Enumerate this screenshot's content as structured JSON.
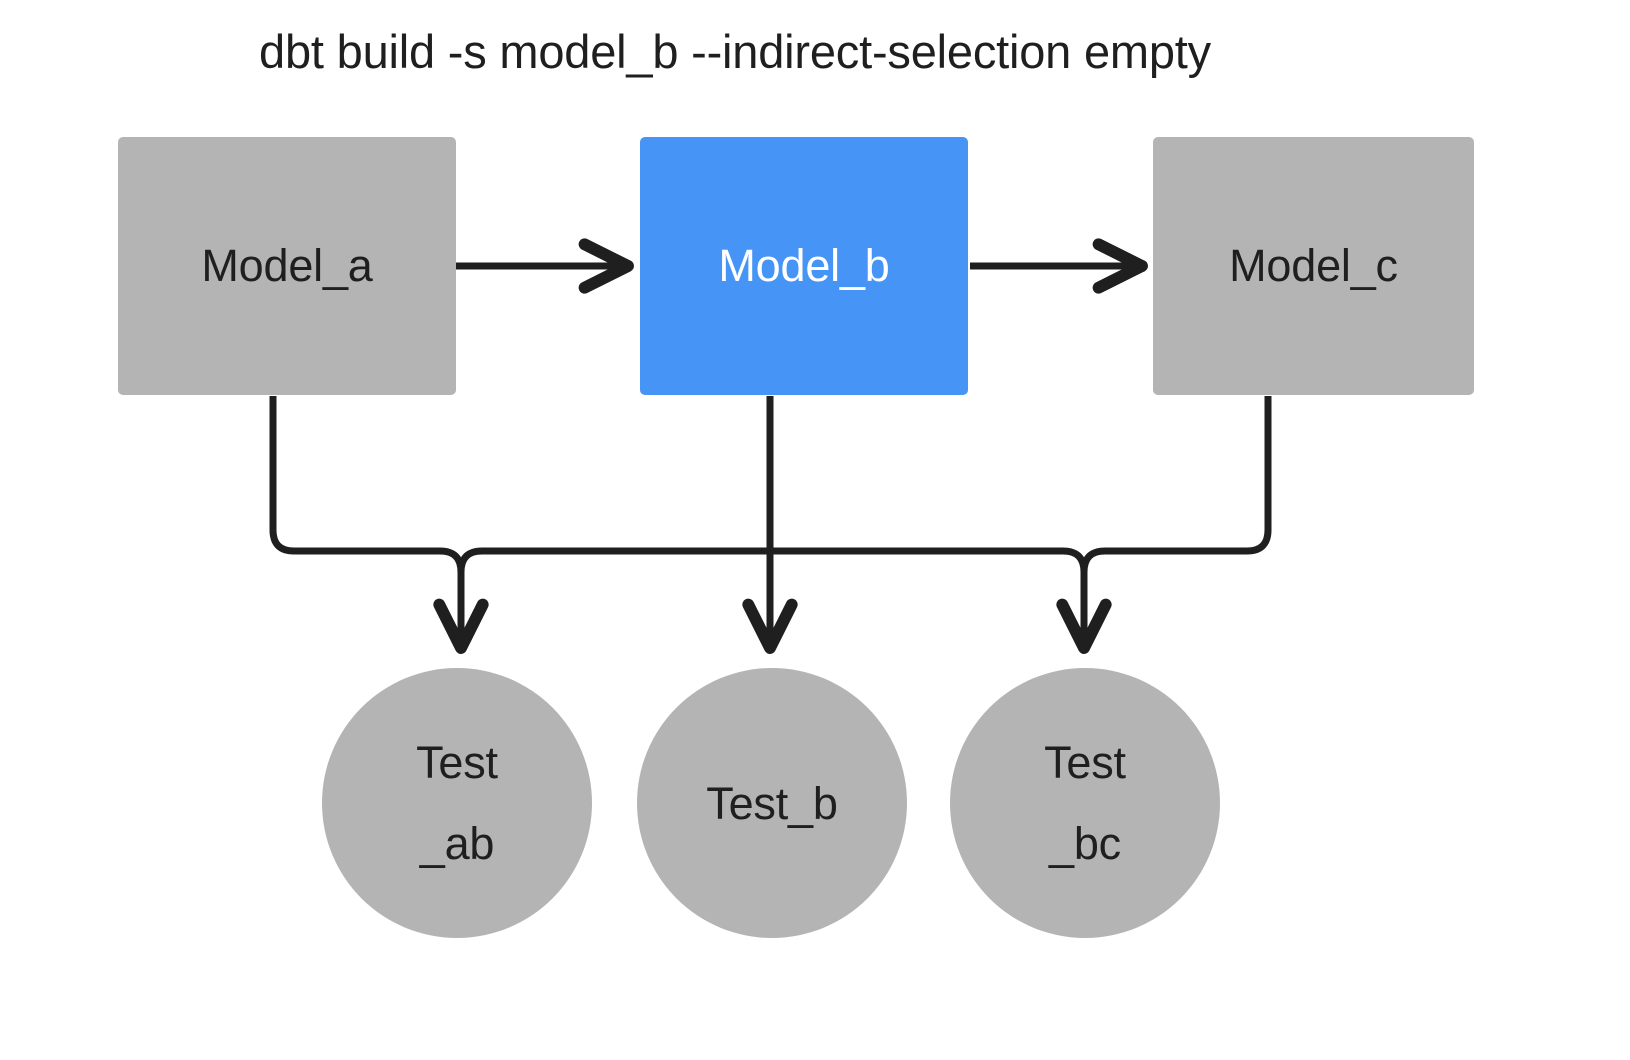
{
  "title": "dbt build -s model_b --indirect-selection empty",
  "colors": {
    "background": "#ffffff",
    "node_default_fill": "#b4b4b4",
    "node_selected_fill": "#4694f5",
    "node_default_text": "#1f1f1f",
    "node_selected_text": "#ffffff",
    "edge_stroke": "#1f1f1f"
  },
  "nodes": {
    "model_a": {
      "label": "Model_a",
      "shape": "rect",
      "state": "unselected"
    },
    "model_b": {
      "label": "Model_b",
      "shape": "rect",
      "state": "selected"
    },
    "model_c": {
      "label": "Model_c",
      "shape": "rect",
      "state": "unselected"
    },
    "test_ab": {
      "label": "Test_ab",
      "line1": "Test",
      "line2": "_ab",
      "shape": "circle",
      "state": "unselected"
    },
    "test_b": {
      "label": "Test_b",
      "line1": "Test_b",
      "line2": "",
      "shape": "circle",
      "state": "unselected"
    },
    "test_bc": {
      "label": "Test_bc",
      "line1": "Test",
      "line2": "_bc",
      "shape": "circle",
      "state": "unselected"
    }
  },
  "edges": [
    {
      "from": "model_a",
      "to": "model_b",
      "style": "straight-arrow"
    },
    {
      "from": "model_b",
      "to": "model_c",
      "style": "straight-arrow"
    },
    {
      "from": "model_a",
      "to": "test_ab",
      "style": "elbow-arrow"
    },
    {
      "from": "model_b",
      "to": "test_ab",
      "style": "elbow-arrow"
    },
    {
      "from": "model_b",
      "to": "test_b",
      "style": "straight-arrow"
    },
    {
      "from": "model_b",
      "to": "test_bc",
      "style": "elbow-arrow"
    },
    {
      "from": "model_c",
      "to": "test_bc",
      "style": "elbow-arrow"
    }
  ]
}
